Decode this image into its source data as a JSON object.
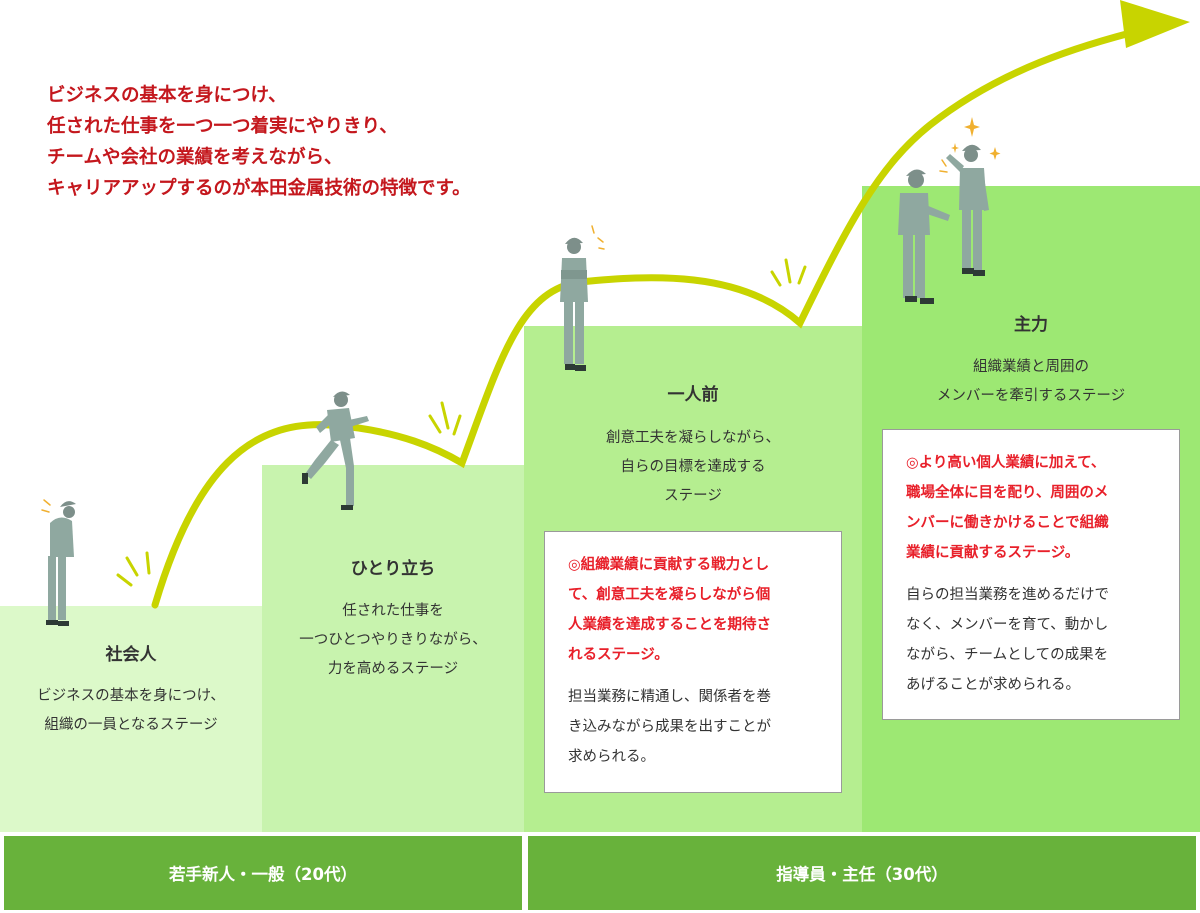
{
  "intro": {
    "lines": [
      "ビジネスの基本を身につけ、",
      "任された仕事を一つ一つ着実にやりきり、",
      "チームや会社の業績を考えながら、",
      "キャリアアップするのが本田金属技術の特徴です。"
    ]
  },
  "stages": [
    {
      "title": "社会人",
      "desc": [
        "ビジネスの基本を身につけ、",
        "組織の一員となるステージ"
      ]
    },
    {
      "title": "ひとり立ち",
      "desc": [
        "任された仕事を",
        "一つひとつやりきりながら、",
        "力を高めるステージ"
      ]
    },
    {
      "title": "一人前",
      "desc": [
        "創意工夫を凝らしながら、",
        "自らの目標を達成する",
        "ステージ"
      ],
      "box_red": [
        "◎組織業績に貢献する戦力とし",
        "て、創意工夫を凝らしながら個",
        "人業績を達成することを期待さ",
        "れるステージ。"
      ],
      "box_black": [
        "担当業務に精通し、関係者を巻",
        "き込みながら成果を出すことが",
        "求められる。"
      ]
    },
    {
      "title": "主力",
      "desc": [
        "組織業績と周囲の",
        "メンバーを牽引するステージ"
      ],
      "box_red": [
        "◎より高い個人業績に加えて、",
        "職場全体に目を配り、周囲のメ",
        "ンバーに働きかけることで組織",
        "業績に貢献するステージ。"
      ],
      "box_black": [
        "自らの担当業務を進めるだけで",
        "なく、メンバーを育て、動かし",
        "ながら、チームとしての成果を",
        "あげることが求められる。"
      ]
    }
  ],
  "bands": [
    {
      "label": "若手新人・一般（20代）"
    },
    {
      "label": "指導員・主任（30代）"
    }
  ],
  "colors": {
    "curve": "#c8d400",
    "step1": "#dcf9c9",
    "step2": "#c8f3ae",
    "step3": "#b5ee90",
    "step4": "#9de873",
    "band": "#68b23b",
    "intro_text": "#c4171d",
    "box_red_text": "#e8202a",
    "worker_uniform": "#8fa8a0"
  }
}
